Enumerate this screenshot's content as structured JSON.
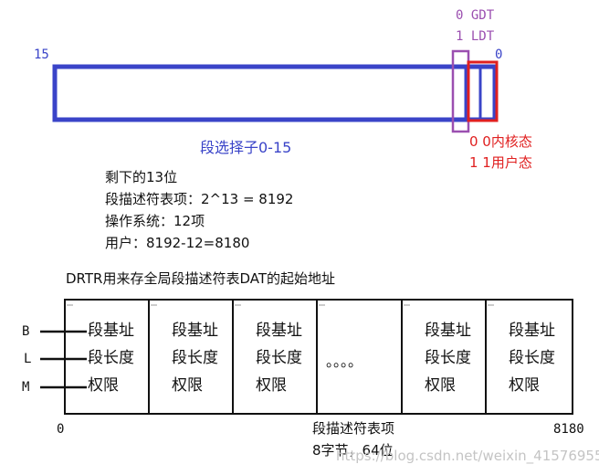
{
  "selector": {
    "bit_high": "15",
    "bit_low": "0",
    "ti_gdt": "0 GDT",
    "ti_ldt": "1 LDT",
    "caption": "段选择子0-15",
    "rpl_0": "0 0内核态",
    "rpl_1": "1 1用户态"
  },
  "notes": [
    "剩下的13位",
    "段描述符表项：2^13 = 8192",
    "操作系统：12项",
    "用户：8192-12=8180"
  ],
  "table_title": "DRTR用来存全局段描述符表DAT的起始地址",
  "rows": [
    "B",
    "L",
    "M"
  ],
  "cells": [
    {
      "lines": [
        "段基址",
        "段长度",
        "权限"
      ]
    },
    {
      "lines": [
        "段基址",
        "段长度",
        "权限"
      ]
    },
    {
      "lines": [
        "段基址",
        "段长度",
        "权限"
      ]
    },
    {
      "dots": "。。。。"
    },
    {
      "lines": [
        "段基址",
        "段长度",
        "权限"
      ]
    },
    {
      "lines": [
        "段基址",
        "段长度",
        "权限"
      ]
    }
  ],
  "index_start": "0",
  "index_end": "8180",
  "entry_caption": "段描述符表项",
  "entry_size": "8字节，64位",
  "watermark": "https://blog.csdn.net/weixin_41576955",
  "colors": {
    "blue": "#3a44c8",
    "purple": "#9b4fb0",
    "red": "#e02020",
    "black": "#111111"
  }
}
